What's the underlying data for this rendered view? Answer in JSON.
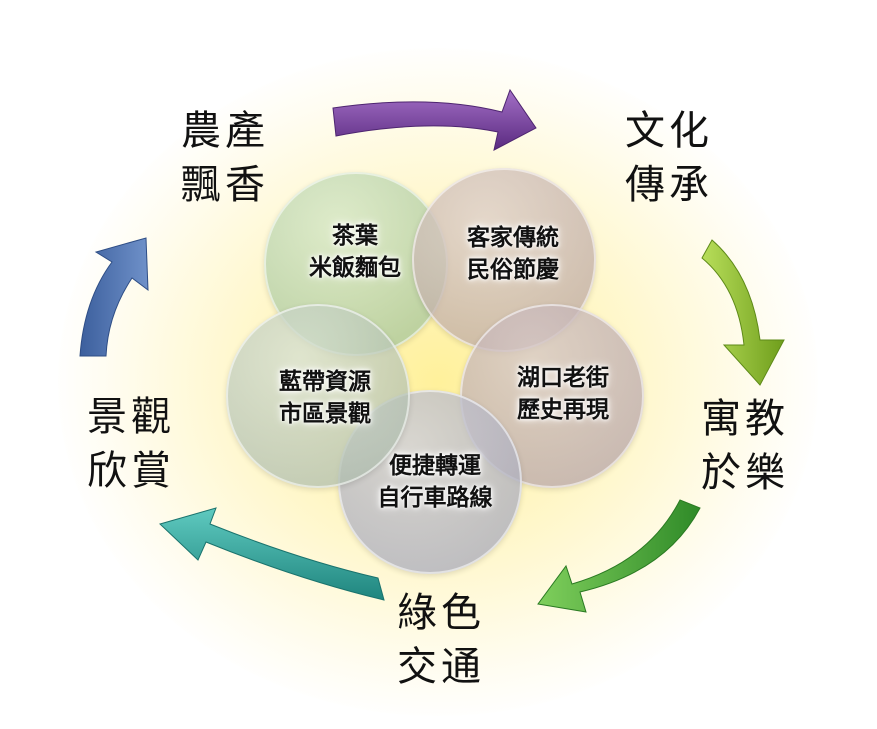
{
  "outer_labels": {
    "top_left": "農產\n飄香",
    "top_right": "文化\n傳承",
    "right": "寓教\n於樂",
    "bottom": "綠色\n交通",
    "left": "景觀\n欣賞"
  },
  "inner_labels": {
    "top_left": "茶葉\n米飯麵包",
    "top_right": "客家傳統\n民俗節慶",
    "right": "湖口老街\n歷史再現",
    "bottom": "便捷轉運\n自行車路線",
    "left": "藍帶資源\n市區景觀"
  },
  "colors": {
    "arrow_top": "#7b3fa0",
    "arrow_right": "#8bbf2a",
    "arrow_bottom_right": "#49a83a",
    "arrow_bottom_left": "#2fa39a",
    "arrow_left": "#3a5f9e",
    "glow": "#fff09a",
    "circle_green": "#b4d0a6",
    "circle_mauve": "#c8b4ac",
    "circle_gray": "#a8aab8"
  }
}
